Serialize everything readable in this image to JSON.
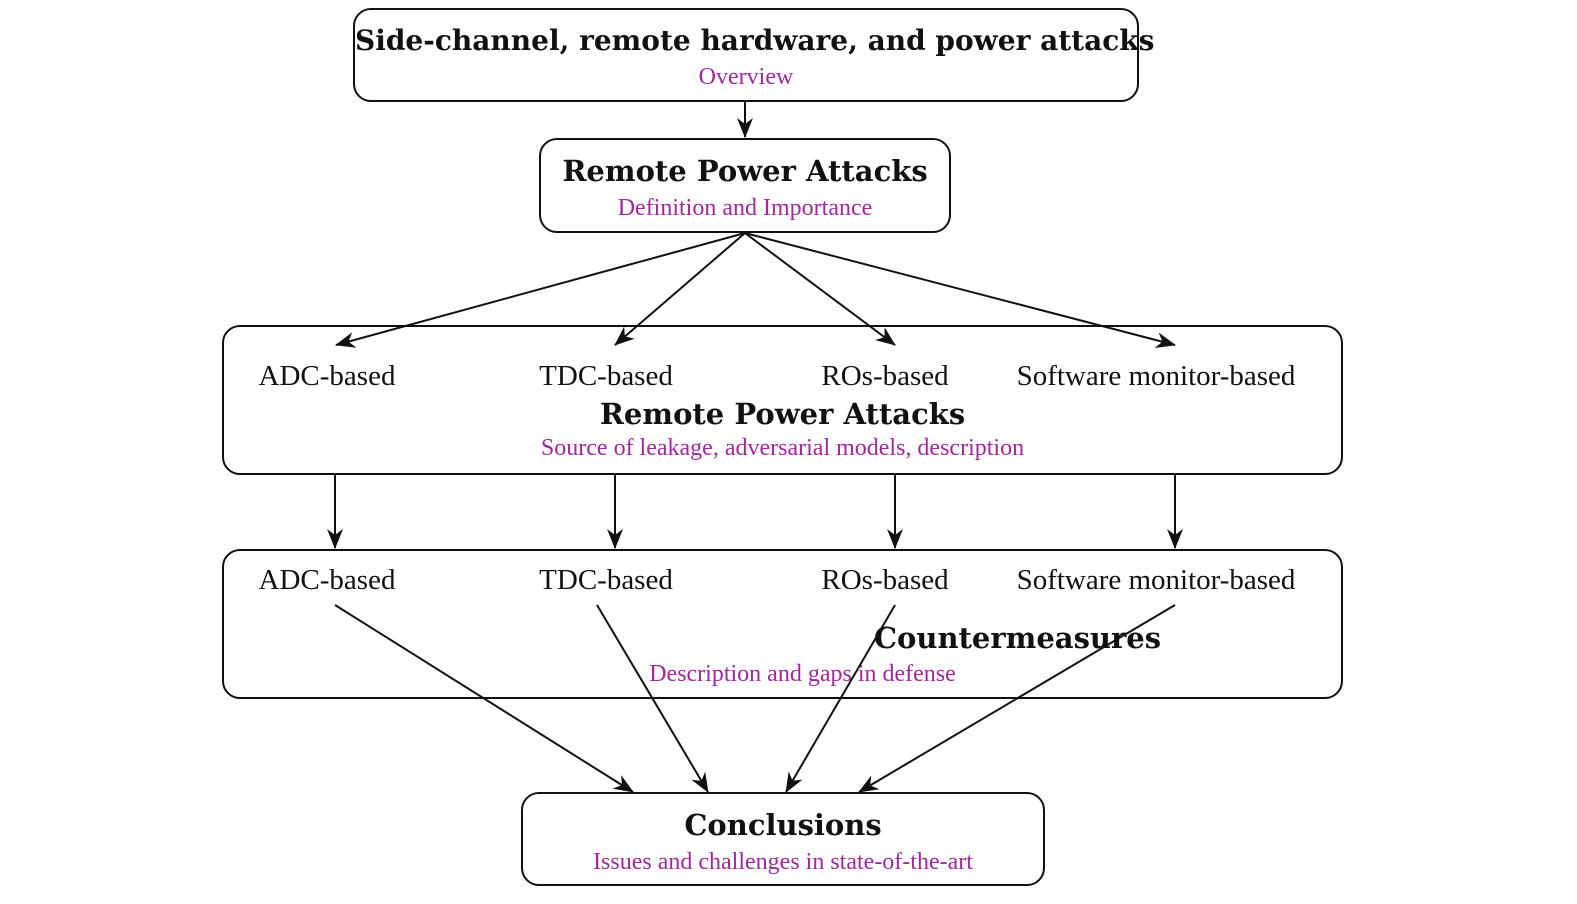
{
  "overview": {
    "title": "Side-channel, remote hardware, and power attacks",
    "subtitle": "Overview"
  },
  "definition": {
    "title": "Remote Power Attacks",
    "subtitle": "Definition and Importance"
  },
  "attacks": {
    "items": [
      "ADC-based",
      "TDC-based",
      "ROs-based",
      "Software monitor-based"
    ],
    "title": "Remote Power Attacks",
    "subtitle": "Source of leakage, adversarial models, description"
  },
  "countermeasures": {
    "items": [
      "ADC-based",
      "TDC-based",
      "ROs-based",
      "Software monitor-based"
    ],
    "title": "Countermeasures",
    "subtitle": "Description and gaps in defense"
  },
  "conclusions": {
    "title": "Conclusions",
    "subtitle": "Issues and challenges in state-of-the-art"
  },
  "colors": {
    "subtitle": "#a0289c",
    "stroke": "#111111"
  }
}
